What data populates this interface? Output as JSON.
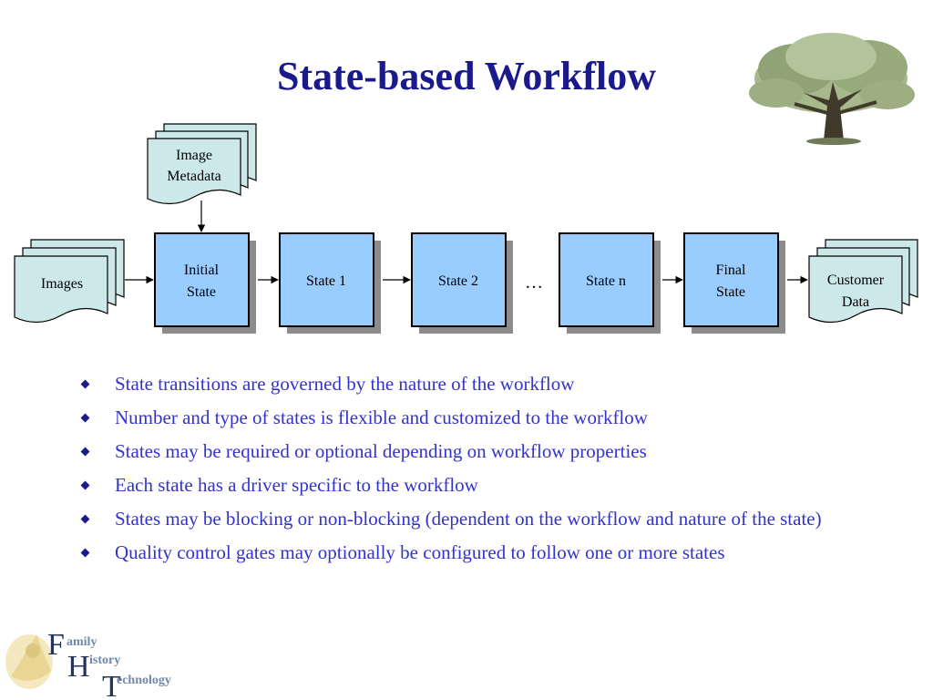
{
  "title": "State-based Workflow",
  "diagram": {
    "metadata_doc": [
      "Image",
      "Metadata"
    ],
    "input_doc": [
      "Images"
    ],
    "output_doc": [
      "Customer",
      "Data"
    ],
    "states": [
      [
        "Initial",
        "State"
      ],
      [
        "State 1"
      ],
      [
        "State 2"
      ],
      [
        "State n"
      ],
      [
        "Final",
        "State"
      ]
    ],
    "ellipsis": "…"
  },
  "bullets": [
    "State transitions are governed by the nature of the workflow",
    "Number and type of states is flexible and customized to the workflow",
    "States may be required or optional depending on workflow properties",
    "Each state has a driver specific to the workflow",
    "States may be blocking or non-blocking (dependent on the workflow and nature of the state)",
    "Quality control gates may optionally be configured to follow one or more states"
  ],
  "logo": {
    "line1_initial": "F",
    "line1_rest": "amily",
    "line2_initial": "H",
    "line2_rest": "istory",
    "line3_initial": "T",
    "line3_rest": "echnology"
  },
  "colors": {
    "title": "#1a1a8c",
    "bullet_text": "#3333cc",
    "state_fill": "#99ccff",
    "document_fill": "#cce8e8"
  }
}
